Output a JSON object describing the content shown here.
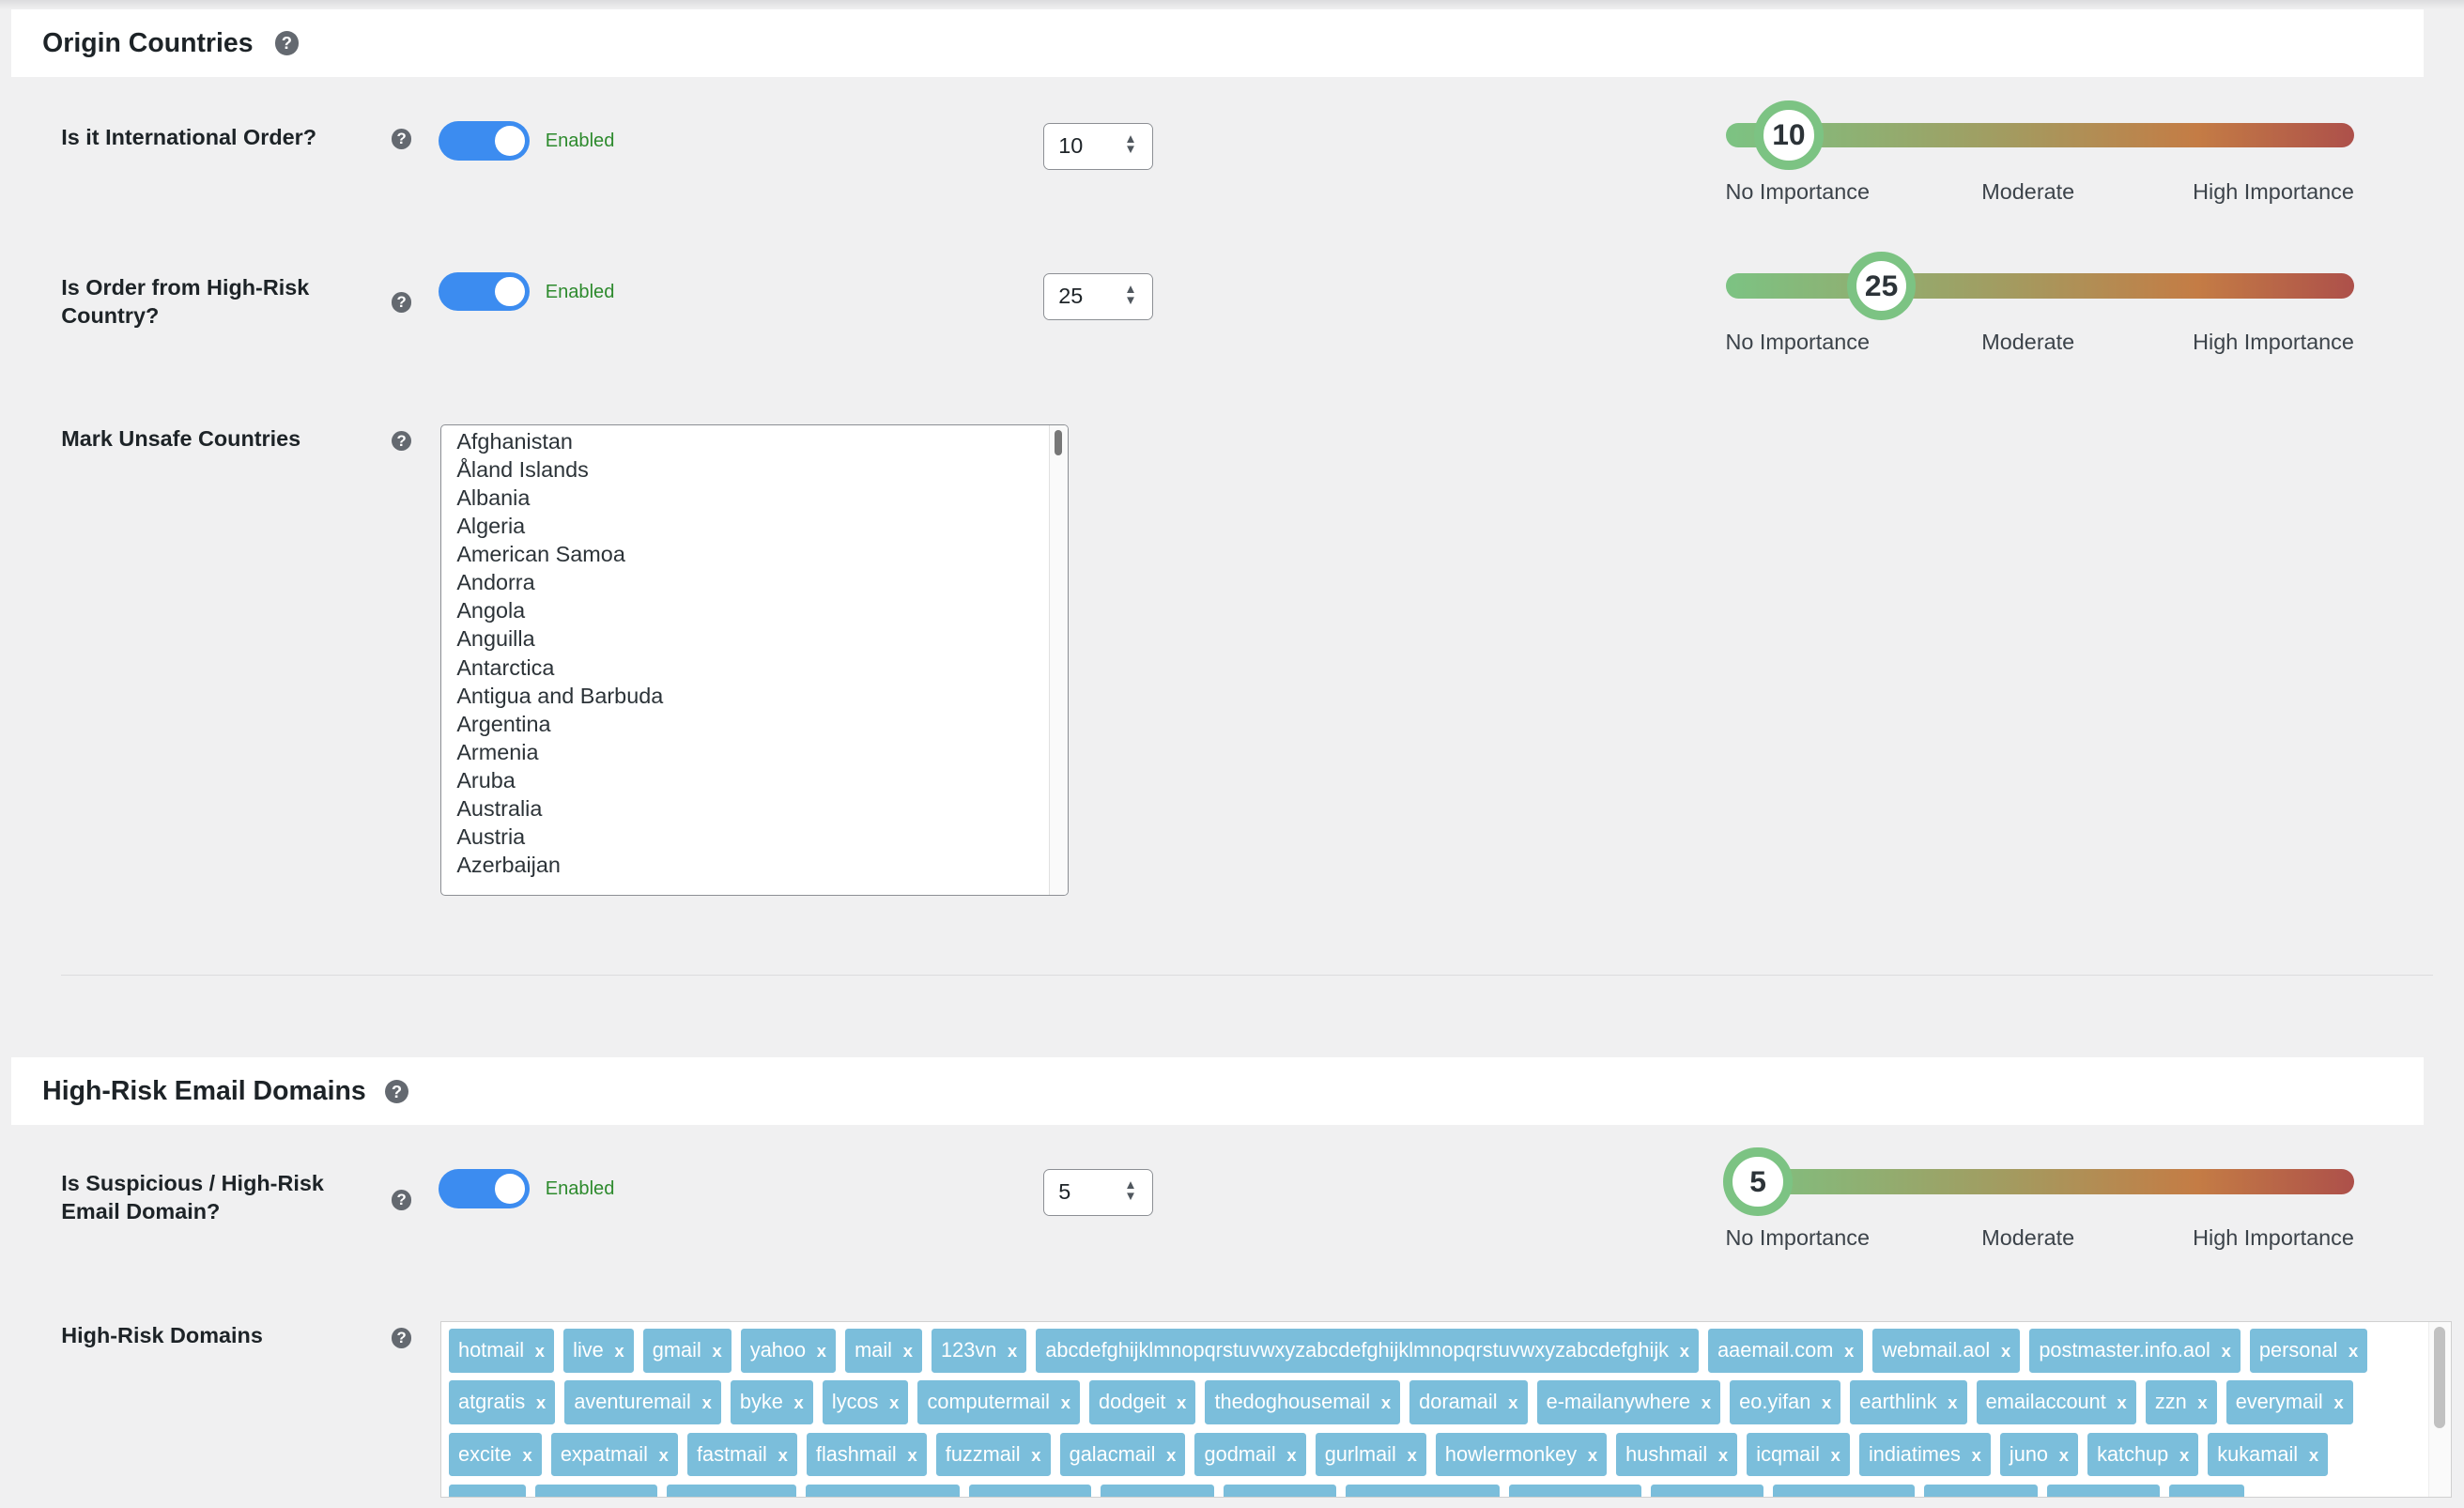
{
  "sections": {
    "origin": {
      "title": "Origin Countries"
    },
    "email": {
      "title": "High-Risk Email Domains"
    }
  },
  "help_glyph": "?",
  "rows": {
    "international": {
      "label": "Is it International Order?",
      "toggle": "Enabled",
      "value": "10",
      "importance": 10
    },
    "high_risk_country": {
      "label": "Is Order from High-Risk Country?",
      "toggle": "Enabled",
      "value": "25",
      "importance": 25
    },
    "unsafe_countries": {
      "label": "Mark Unsafe Countries",
      "options": [
        "Afghanistan",
        "Åland Islands",
        "Albania",
        "Algeria",
        "American Samoa",
        "Andorra",
        "Angola",
        "Anguilla",
        "Antarctica",
        "Antigua and Barbuda",
        "Argentina",
        "Armenia",
        "Aruba",
        "Australia",
        "Austria",
        "Azerbaijan"
      ]
    },
    "email_domain": {
      "label": "Is Suspicious / High-Risk Email Domain?",
      "toggle": "Enabled",
      "value": "5",
      "importance": 5
    },
    "domains": {
      "label": "High-Risk Domains",
      "remove_glyph": "x",
      "tags": [
        "hotmail",
        "live",
        "gmail",
        "yahoo",
        "mail",
        "123vn",
        "abcdefghijklmnopqrstuvwxyzabcdefghijklmnopqrstuvwxyzabcdefghijk",
        "aaemail.com",
        "webmail.aol",
        "postmaster.info.aol",
        "personal",
        "atgratis",
        "aventuremail",
        "byke",
        "lycos",
        "computermail",
        "dodgeit",
        "thedoghousemail",
        "doramail",
        "e-mailanywhere",
        "eo.yifan",
        "earthlink",
        "emailaccount",
        "zzn",
        "everymail",
        "excite",
        "expatmail",
        "fastmail",
        "flashmail",
        "fuzzmail",
        "galacmail",
        "godmail",
        "gurlmail",
        "howlermonkey",
        "hushmail",
        "icqmail",
        "indiatimes",
        "juno",
        "katchup",
        "kukamail",
        "mail"
      ]
    }
  },
  "slider_labels": {
    "low": "No Importance",
    "mid": "Moderate",
    "high": "High Importance"
  },
  "colors": {
    "accent": "#3c8cf0",
    "tag": "#7bbedb",
    "enabled": "#2d8a2d",
    "thumb": "#7cc383"
  }
}
